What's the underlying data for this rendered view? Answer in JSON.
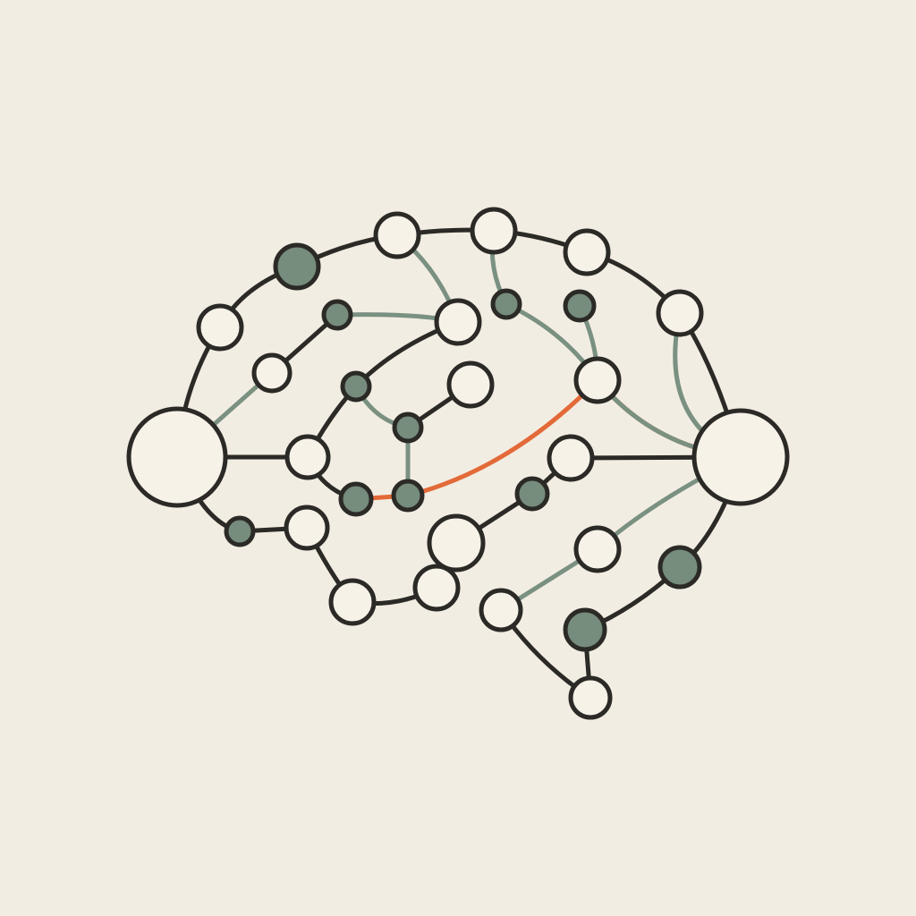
{
  "diagram": {
    "colors": {
      "background": "#f2ede2",
      "outline": "#2b2a26",
      "node_fill_light": "#f6f2e8",
      "node_fill_dark": "#768c7c",
      "link_dark": "#2b2a26",
      "link_gray": "#7a9181",
      "link_accent": "#e36a38"
    },
    "nodes": [
      {
        "id": "hub-left",
        "kind": "hub",
        "fill": "light"
      },
      {
        "id": "hub-right",
        "kind": "hub",
        "fill": "light"
      },
      {
        "id": "top-left-dark",
        "kind": "medium",
        "fill": "dark"
      },
      {
        "id": "top-mid-a",
        "kind": "medium",
        "fill": "light"
      },
      {
        "id": "top-mid-b",
        "kind": "medium",
        "fill": "light"
      },
      {
        "id": "top-right-a",
        "kind": "medium",
        "fill": "light"
      },
      {
        "id": "right-upper",
        "kind": "medium",
        "fill": "light"
      },
      {
        "id": "left-upper",
        "kind": "medium",
        "fill": "light"
      },
      {
        "id": "left-inner",
        "kind": "small",
        "fill": "light"
      },
      {
        "id": "inner-dark-a",
        "kind": "small",
        "fill": "dark"
      },
      {
        "id": "inner-light-a",
        "kind": "medium",
        "fill": "light"
      },
      {
        "id": "upper-dark-b",
        "kind": "small",
        "fill": "dark"
      },
      {
        "id": "upper-dark-c",
        "kind": "small",
        "fill": "dark"
      },
      {
        "id": "center-right-light",
        "kind": "medium",
        "fill": "light"
      },
      {
        "id": "inner-dark-b",
        "kind": "small",
        "fill": "dark"
      },
      {
        "id": "inner-light-b",
        "kind": "medium",
        "fill": "light"
      },
      {
        "id": "inner-dark-c",
        "kind": "small",
        "fill": "dark"
      },
      {
        "id": "left-mid-light",
        "kind": "medium",
        "fill": "light"
      },
      {
        "id": "bottom-dark-a",
        "kind": "small",
        "fill": "dark"
      },
      {
        "id": "bottom-dark-b",
        "kind": "small",
        "fill": "dark"
      },
      {
        "id": "mid-right-light",
        "kind": "medium",
        "fill": "light"
      },
      {
        "id": "mid-right-dark",
        "kind": "small",
        "fill": "dark"
      },
      {
        "id": "left-lower-dark",
        "kind": "small",
        "fill": "dark"
      },
      {
        "id": "left-lower-light",
        "kind": "medium",
        "fill": "light"
      },
      {
        "id": "center-lower-light",
        "kind": "medium",
        "fill": "light"
      },
      {
        "id": "lower-right-light",
        "kind": "medium",
        "fill": "light"
      },
      {
        "id": "right-lower-dark",
        "kind": "medium",
        "fill": "dark"
      },
      {
        "id": "bottom-left-light",
        "kind": "medium",
        "fill": "light"
      },
      {
        "id": "bottom-mid-light",
        "kind": "medium",
        "fill": "light"
      },
      {
        "id": "bottom-right-light",
        "kind": "medium",
        "fill": "light"
      },
      {
        "id": "bottom-dark-big",
        "kind": "medium",
        "fill": "dark"
      },
      {
        "id": "bottom-end-light",
        "kind": "medium",
        "fill": "light"
      }
    ],
    "links": [
      {
        "from": "left-upper",
        "to": "top-left-dark",
        "style": "dark"
      },
      {
        "from": "top-left-dark",
        "to": "top-mid-a",
        "style": "dark"
      },
      {
        "from": "top-mid-a",
        "to": "top-mid-b",
        "style": "dark"
      },
      {
        "from": "top-mid-b",
        "to": "top-right-a",
        "style": "dark"
      },
      {
        "from": "top-right-a",
        "to": "right-upper",
        "style": "dark"
      },
      {
        "from": "right-upper",
        "to": "hub-right",
        "style": "dark"
      },
      {
        "from": "hub-left",
        "to": "left-upper",
        "style": "dark"
      },
      {
        "from": "hub-left",
        "to": "left-inner",
        "style": "gray"
      },
      {
        "from": "left-inner",
        "to": "inner-dark-a",
        "style": "dark"
      },
      {
        "from": "inner-dark-a",
        "to": "inner-light-a",
        "style": "gray"
      },
      {
        "from": "top-mid-a",
        "to": "inner-light-a",
        "style": "gray"
      },
      {
        "from": "inner-light-a",
        "to": "inner-dark-b",
        "style": "dark"
      },
      {
        "from": "inner-dark-b",
        "to": "left-mid-light",
        "style": "dark"
      },
      {
        "from": "inner-dark-b",
        "to": "inner-dark-c",
        "style": "gray"
      },
      {
        "from": "inner-light-b",
        "to": "inner-dark-c",
        "style": "dark"
      },
      {
        "from": "inner-dark-c",
        "to": "bottom-dark-b",
        "style": "gray"
      },
      {
        "from": "hub-left",
        "to": "left-mid-light",
        "style": "dark"
      },
      {
        "from": "left-mid-light",
        "to": "bottom-dark-a",
        "style": "dark"
      },
      {
        "from": "bottom-dark-a",
        "to": "bottom-dark-b",
        "style": "accent"
      },
      {
        "from": "bottom-dark-b",
        "to": "center-right-light",
        "style": "accent"
      },
      {
        "from": "center-right-light",
        "to": "hub-right",
        "style": "accent"
      },
      {
        "from": "top-mid-b",
        "to": "upper-dark-b",
        "style": "gray"
      },
      {
        "from": "upper-dark-b",
        "to": "center-right-light",
        "style": "gray"
      },
      {
        "from": "upper-dark-c",
        "to": "center-right-light",
        "style": "gray"
      },
      {
        "from": "center-right-light",
        "to": "hub-right",
        "style": "gray"
      },
      {
        "from": "right-upper",
        "to": "hub-right",
        "style": "gray"
      },
      {
        "from": "mid-right-light",
        "to": "hub-right",
        "style": "dark"
      },
      {
        "from": "mid-right-light",
        "to": "mid-right-dark",
        "style": "dark"
      },
      {
        "from": "mid-right-dark",
        "to": "center-lower-light",
        "style": "dark"
      },
      {
        "from": "hub-left",
        "to": "left-lower-dark",
        "style": "dark"
      },
      {
        "from": "left-lower-dark",
        "to": "left-lower-light",
        "style": "dark"
      },
      {
        "from": "left-lower-light",
        "to": "bottom-left-light",
        "style": "dark"
      },
      {
        "from": "bottom-left-light",
        "to": "bottom-mid-light",
        "style": "dark"
      },
      {
        "from": "bottom-mid-light",
        "to": "center-lower-light",
        "style": "dark"
      },
      {
        "from": "hub-right",
        "to": "lower-right-light",
        "style": "gray"
      },
      {
        "from": "lower-right-light",
        "to": "bottom-right-light",
        "style": "gray"
      },
      {
        "from": "hub-right",
        "to": "right-lower-dark",
        "style": "dark"
      },
      {
        "from": "right-lower-dark",
        "to": "bottom-dark-big",
        "style": "dark"
      },
      {
        "from": "bottom-dark-big",
        "to": "bottom-end-light",
        "style": "dark"
      },
      {
        "from": "bottom-right-light",
        "to": "bottom-end-light",
        "style": "dark"
      }
    ]
  }
}
